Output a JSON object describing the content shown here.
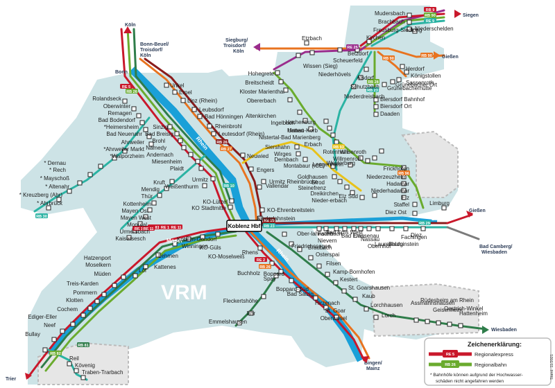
{
  "map": {
    "title": "VRM",
    "hub": "Koblenz Hbf",
    "stand": "Stand: 11/2021",
    "rivers": {
      "rhein": "Rhein",
      "mosel": "Mosel",
      "lahn": "Lahn"
    },
    "destinations": {
      "koeln": "Köln",
      "bonn_beuel": "Bonn-Beuel/",
      "troisdorf": "Troisdorf/",
      "koeln2": "Köln",
      "bonn": "Bonn",
      "siegburg": "Siegburg/",
      "troisdorf2": "Troisdorf/",
      "koeln3": "Köln",
      "siegen": "Siegen",
      "giessen": "Gießen",
      "limburg_dest": "Gießen",
      "bad_camberg": "Bad Camberg/",
      "wiesbaden1": "Wiesbaden",
      "wiesbaden2": "Wiesbaden",
      "bingen": "Bingen/",
      "mainz": "Mainz",
      "trier": "Trier"
    },
    "line_labels": [
      "RB 9",
      "RB 90",
      "RE 9",
      "RB 90",
      "RE 25",
      "RB 23",
      "RB 93",
      "RE 5",
      "RB 26",
      "RB 26",
      "RB 27",
      "RB 30",
      "RB 81",
      "RE 1",
      "RE 11",
      "RE 25",
      "RB 23",
      "RB 10",
      "RE 2",
      "RB 26",
      "RB 81",
      "RB 82",
      "RB 96",
      "RB 29",
      "RB 90",
      "RB 28",
      "RE 1",
      "RE 11"
    ],
    "stations": {
      "rhine_left": [
        "Rolandseck",
        "Oberwinter",
        "Remagen",
        "Bad Bodendorf",
        "*Heimersheim",
        "Bad Neuenahr",
        "Ahrweiler",
        "*Ahrweiler Markt",
        "*Walporzheim",
        "* Dernau",
        "* Rech",
        "* Mayschoß",
        "* Altenahr",
        "* Kreuzberg (Ahr)",
        "* Ahrbrück"
      ],
      "rhine_left2": [
        "Sinzig",
        "Bad Breisig",
        "Brohl",
        "Namedy",
        "Andernach",
        "Miesenheim",
        "Plaidt",
        "Kruft",
        "Mendig",
        "Thür",
        "Kottenheim",
        "Mayen Ost",
        "Mayen West",
        "Monreal",
        "Urmersbach",
        "Kaisersesch"
      ],
      "rhine_right": [
        "Unkel",
        "Erpel",
        "Linz (Rhein)",
        "Leubsdorf",
        "Bad Hönningen",
        "Rheinbrohl",
        "Leutesdorf (Rhein)",
        "Neuwied",
        "Engers",
        "Vallendar",
        "Urmitz Rheinbrücke",
        "KO-Ehrenbreitstein",
        "Niederlahnstein"
      ],
      "kob_area": [
        "Weißenthurm",
        "Urmitz",
        "KO-Lützel",
        "KO Stadtmitte"
      ],
      "westerwald": [
        "Hohegrete",
        "Breitscheidt",
        "Kloster Marienthal",
        "Obererbach",
        "Altenkirchen",
        "Ingelbach",
        "Hattert",
        "Hachenburg",
        "Unnau-Korb",
        "Nistertal-Bad Marienberg",
        "Erbach",
        "Langenhahn",
        "Rotenhain",
        "Westerburg",
        "Willmenrod",
        "Wilsenroth",
        "Frickhofen",
        "Niederzeuzheim",
        "Hadamar",
        "Niederhadamar",
        "Elz",
        "Staffel",
        "Diez Ost",
        "Limburg"
      ],
      "unterwesterwald": [
        "Siershahn",
        "Wirges",
        "Dernbach",
        "Montabaur (ICE)",
        "Goldhausen",
        "Girod",
        "Steinefrenz",
        "Dreikirchen",
        "Nieder-erbach",
        "Elz Süd"
      ],
      "sieg": [
        "Etzbach",
        "Mudersbach",
        "Brachbach",
        "Freusburg-Siedlung",
        "Kirchen",
        "Niederschelden",
        "Wissen (Sieg)",
        "Niederhövels",
        "Scheuerfeld",
        "Betzdorf",
        "Alsdorf",
        "Schutzbach",
        "Niederdreisbach",
        "Herdorf",
        "Königstollen",
        "Sassenroth",
        "Grünebacher Ort",
        "Grünebacherhütte",
        "Biersdorf Bahnhof",
        "Biersdorf Ort",
        "Daaden"
      ],
      "lahn": [
        "Nievern",
        "Fachbach",
        "Bad Ems West",
        "Bad Ems",
        "Dausenau",
        "Nassau",
        "Obernhof",
        "Laurenburg",
        "Balduinstein",
        "Fachingen",
        "Diez"
      ],
      "rhine_right_south": [
        "Ober-lahnstein",
        "Friedrichssegen",
        "Braubach",
        "Osterspai",
        "Filsen",
        "Kamp-Bornhofen",
        "Kestert",
        "St. Goarshausen",
        "Kaub",
        "Lorchhausen",
        "Lorch",
        "Assmannshausen",
        "Rüdesheim am Rhein",
        "Geisenheim",
        "Oestrich-Winkel",
        "Hattenheim"
      ],
      "rhine_left_south": [
        "Rhens",
        "Spay",
        "Boppard",
        "Boppard-Süd",
        "Bad Salzig",
        "Hirzenach",
        "St. Goar",
        "Oberwesel",
        "Buchholz",
        "Fleckertshöhe",
        "Ehr",
        "Emmelshausen"
      ],
      "mosel": [
        "Kobern-Gondorf",
        "Winningen",
        "KO-Güls",
        "KO-Moselweiß",
        "Lehmen",
        "Kattenes",
        "Löf",
        "Hatzenport",
        "Moselkern",
        "Müden",
        "Treis-Karden",
        "Pommern",
        "Klotten",
        "Cochem",
        "Ediger-Eller",
        "Neef",
        "Bullay",
        "Reil",
        "Kövenig",
        "Traben-Trarbach"
      ]
    },
    "legend": {
      "title": "Zeichenerklärung:",
      "re_badge": "RE 5",
      "re_text": "Regionalexpress",
      "rb_badge": "RB 26",
      "rb_text": "Regionalbahn",
      "note1": "* Bahnhöfe können aufgrund der Hochwasser-",
      "note2": "schäden nicht angefahren werden"
    },
    "colors": {
      "region": "#cde3e6",
      "rhine": "#1aa0d8",
      "re_red": "#c9182b",
      "rb_green": "#6aab2e",
      "orange": "#e8731f",
      "darkred": "#8a1c1c",
      "darkgreen": "#2f7d4a",
      "purple": "#9a2c8c",
      "teal": "#2bb3a3",
      "grey": "#7b7b7b",
      "yellow": "#e8c21a",
      "pink": "#d03e8f"
    }
  }
}
